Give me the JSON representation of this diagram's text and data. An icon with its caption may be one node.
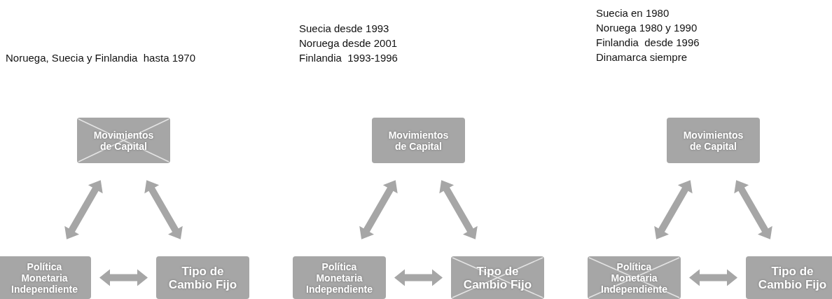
{
  "diagram": {
    "nodes": [
      {
        "text": [
          "Movimientos de Capital"
        ]
      },
      {
        "text": [
          "Política Monetaria Independiente"
        ]
      },
      {
        "text": [
          "Tipo de Cambio Fijo"
        ]
      },
      {
        "text": [
          "Movimientos de Capital"
        ]
      },
      {
        "text": [
          "Política Monetaria Independiente"
        ]
      },
      {
        "text": [
          "Tipo de Cambio Fijo"
        ]
      },
      {
        "text": [
          "Movimientos de Capital"
        ]
      },
      {
        "text": [
          "Política Monetaria Independiente"
        ]
      },
      {
        "text": [
          "Tipo de Cambio Fijo"
        ]
      }
    ],
    "edges": [
      {
        "from": 0,
        "to": 1,
        "arrow": "both"
      },
      {
        "from": 0,
        "to": 2,
        "arrow": "both"
      },
      {
        "from": 1,
        "to": 2,
        "arrow": "both"
      },
      {
        "from": 3,
        "to": 4,
        "arrow": "both"
      },
      {
        "from": 3,
        "to": 5,
        "arrow": "both"
      },
      {
        "from": 4,
        "to": 5,
        "arrow": "both"
      },
      {
        "from": 6,
        "to": 7,
        "arrow": "both"
      },
      {
        "from": 6,
        "to": 8,
        "arrow": "both"
      },
      {
        "from": 7,
        "to": 8,
        "arrow": "both"
      }
    ],
    "labels": [
      "Noruega, Suecia y Finlandia  hasta 1970",
      "Suecia desde 1993",
      "Noruega desde 2001",
      "Finlandia  1993-1996",
      "Suecia en 1980",
      "Noruega 1980 y 1990",
      "Finlandia  desde 1996",
      "Dinamarca siempre"
    ]
  }
}
